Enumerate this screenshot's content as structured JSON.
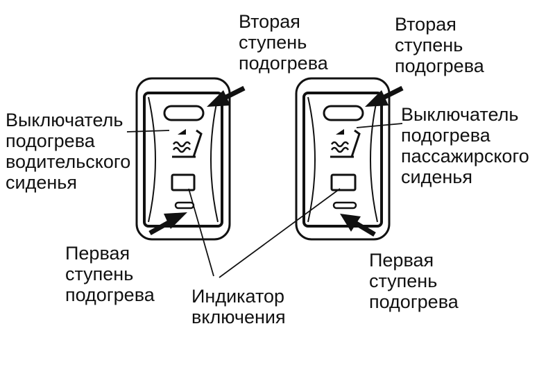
{
  "labels": {
    "second_stage_left": [
      "Вторая",
      "ступень",
      "подогрева"
    ],
    "second_stage_right": [
      "Вторая",
      "ступень",
      "подогрева"
    ],
    "driver_switch": [
      "Выключатель",
      "подогрева",
      "водительского",
      "сиденья"
    ],
    "passenger_switch": [
      "Выключатель",
      "подогрева",
      "пассажирского",
      "сиденья"
    ],
    "first_stage_left": [
      "Первая",
      "ступень",
      "подогрева"
    ],
    "first_stage_right": [
      "Первая",
      "ступень",
      "подогрева"
    ],
    "indicator": [
      "Индикатор",
      "включения"
    ]
  },
  "icons": [
    "seat-heater-icon",
    "arrow-icon"
  ],
  "colors": {
    "ink": "#111111",
    "background": "#ffffff"
  }
}
